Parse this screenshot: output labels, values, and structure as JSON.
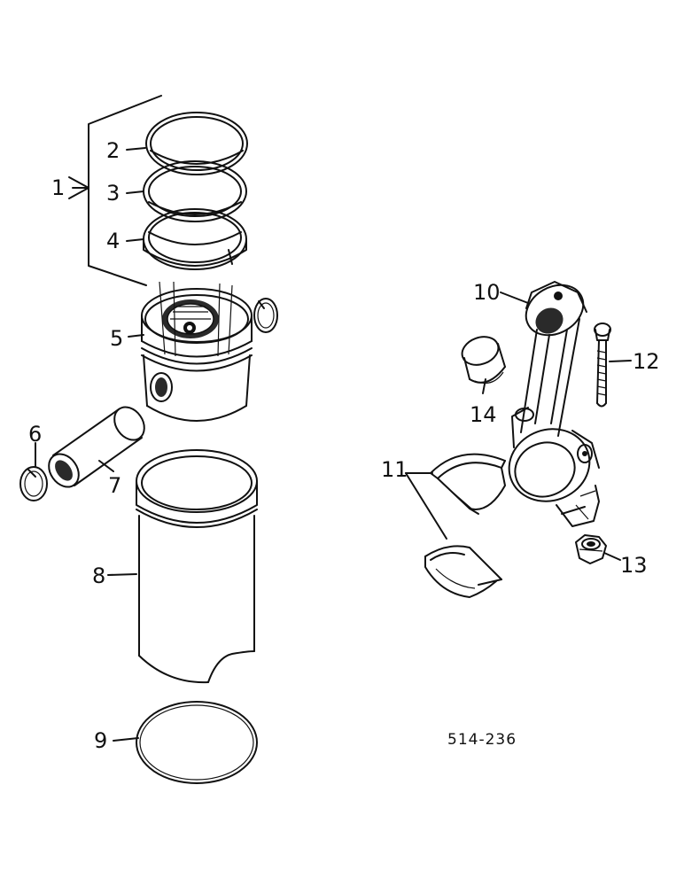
{
  "figure_id": "514-236",
  "callouts": {
    "c1": "1",
    "c2": "2",
    "c3": "3",
    "c4": "4",
    "c5": "5",
    "c6": "6",
    "c7": "7",
    "c8": "8",
    "c9": "9",
    "c10": "10",
    "c11": "11",
    "c12": "12",
    "c13": "13",
    "c14": "14"
  }
}
